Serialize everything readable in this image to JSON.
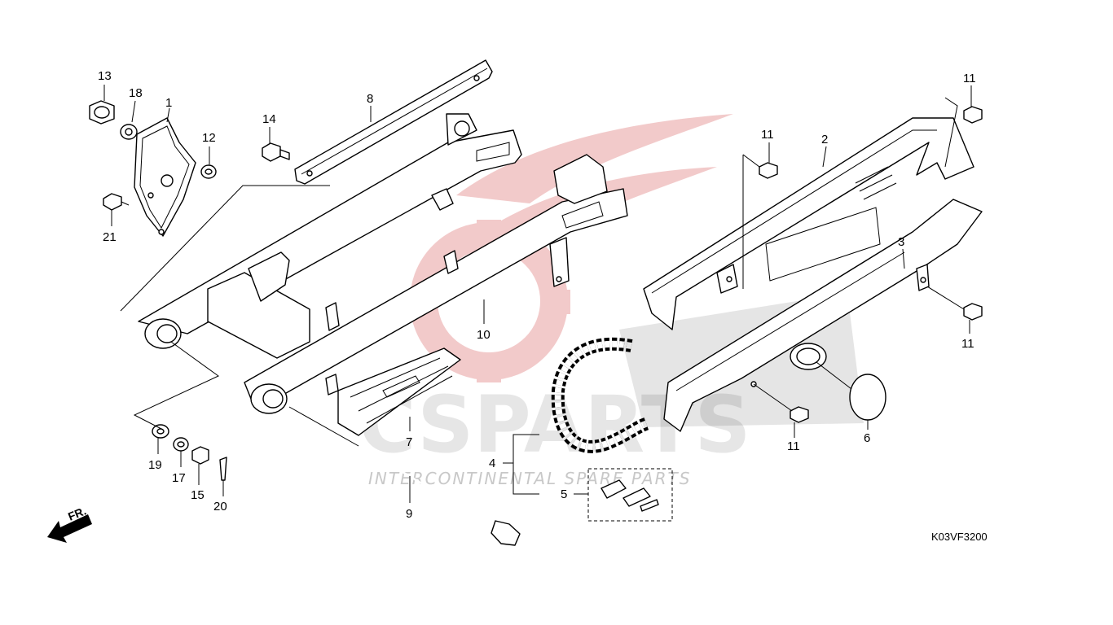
{
  "diagram": {
    "code": "K03VF3200",
    "direction_label": "FR.",
    "watermark": {
      "brand": "CSPARTS",
      "tagline": "INTERCONTINENTAL SPARE PARTS",
      "colors": {
        "logo": "#e8a0a0",
        "text": "#cfcfcf"
      }
    },
    "callouts": [
      "13",
      "18",
      "1",
      "12",
      "21",
      "14",
      "8",
      "10",
      "7",
      "19",
      "17",
      "15",
      "20",
      "9",
      "4",
      "5",
      "11",
      "2",
      "11",
      "3",
      "11",
      "11",
      "6"
    ]
  }
}
